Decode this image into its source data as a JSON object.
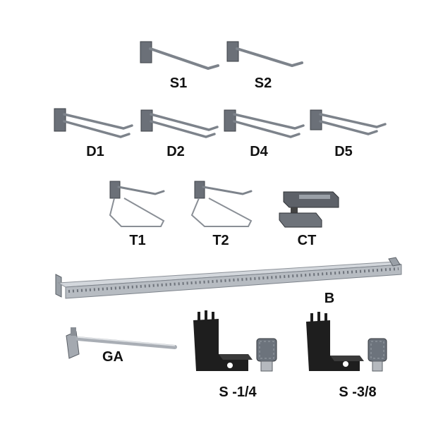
{
  "products": [
    {
      "id": "s1",
      "label": "S1"
    },
    {
      "id": "s2",
      "label": "S2"
    },
    {
      "id": "d1",
      "label": "D1"
    },
    {
      "id": "d2",
      "label": "D2"
    },
    {
      "id": "d4",
      "label": "D4"
    },
    {
      "id": "d5",
      "label": "D5"
    },
    {
      "id": "t1",
      "label": "T1"
    },
    {
      "id": "t2",
      "label": "T2"
    },
    {
      "id": "ct",
      "label": "CT"
    },
    {
      "id": "b",
      "label": "B"
    },
    {
      "id": "ga",
      "label": "GA"
    },
    {
      "id": "s14",
      "label": "S -1/4"
    },
    {
      "id": "s38",
      "label": "S -3/8"
    }
  ],
  "colors": {
    "metal": "#8a8f96",
    "metal_dark": "#4b4f55",
    "bar_light": "#c9ced4",
    "bracket_black": "#1e1e1e",
    "label": "#111111"
  }
}
